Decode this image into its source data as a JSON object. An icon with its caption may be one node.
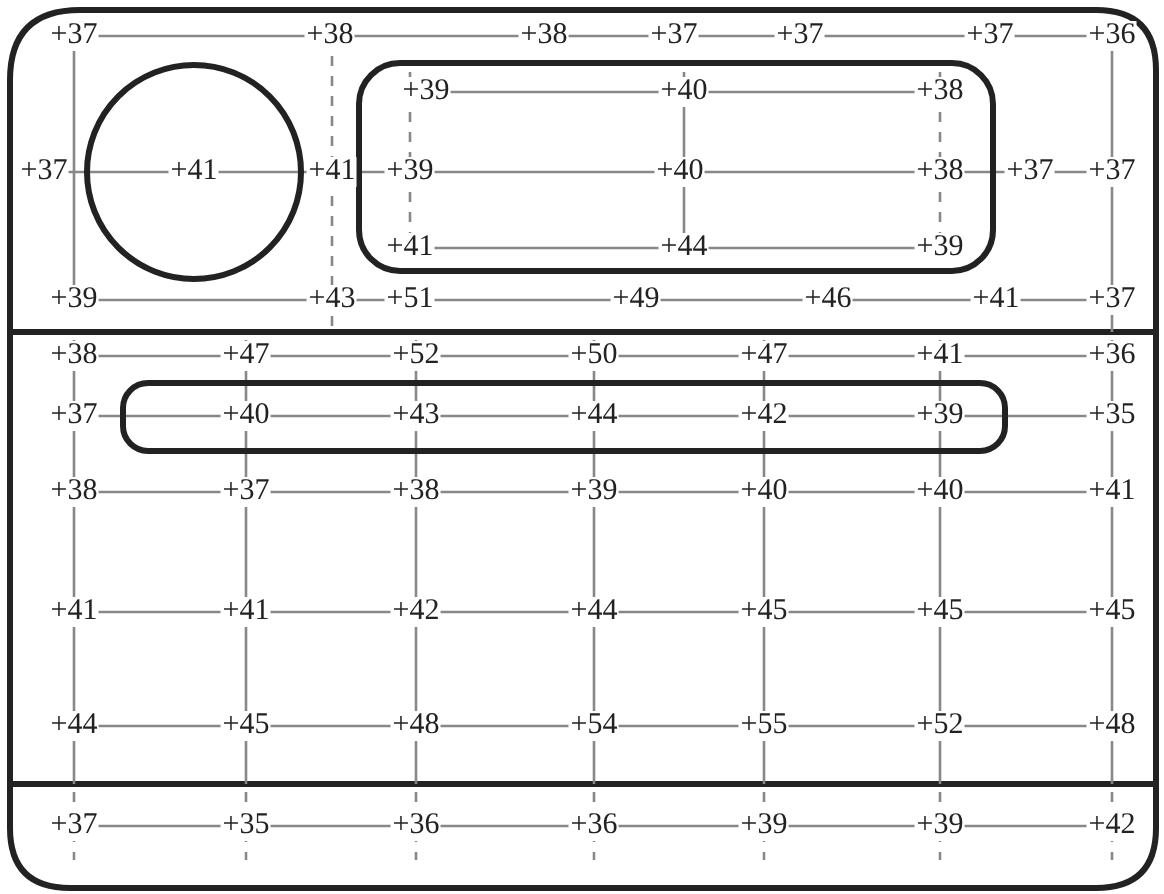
{
  "diagram": {
    "nodes": [
      {
        "text": [
          "+41"
        ]
      },
      {
        "text": [
          "+39",
          "+40",
          "+38",
          "+39",
          "+40",
          "+38",
          "+41",
          "+44",
          "+39"
        ]
      },
      {
        "text": [
          "+40",
          "+43",
          "+44",
          "+42",
          "+39"
        ]
      }
    ],
    "labels": [
      "+37",
      "+38",
      "+38",
      "+37",
      "+37",
      "+37",
      "+36",
      "+37",
      "+41",
      "+37",
      "+37",
      "+39",
      "+43",
      "+51",
      "+49",
      "+46",
      "+41",
      "+37",
      "+38",
      "+47",
      "+52",
      "+50",
      "+47",
      "+41",
      "+36",
      "+37",
      "+35",
      "+38",
      "+37",
      "+38",
      "+39",
      "+40",
      "+40",
      "+41",
      "+41",
      "+41",
      "+42",
      "+44",
      "+45",
      "+45",
      "+45",
      "+44",
      "+45",
      "+48",
      "+54",
      "+55",
      "+52",
      "+48",
      "+37",
      "+35",
      "+36",
      "+36",
      "+39",
      "+39",
      "+42"
    ]
  }
}
